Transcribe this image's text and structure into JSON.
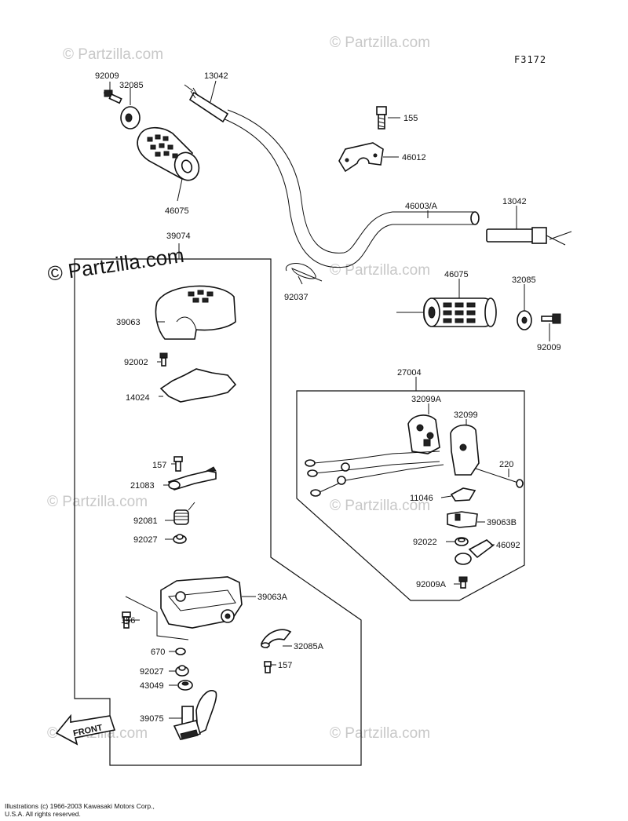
{
  "figure_code": "F3172",
  "watermark": "© Partzilla.com",
  "copyright": {
    "line1": "Illustrations (c) 1966-2003 Kawasaki Motors Corp.,",
    "line2": "U.S.A. All rights reserved."
  },
  "front_label": "FRONT",
  "labels": {
    "p92009_tl": "92009",
    "p32085_tl": "32085",
    "p13042_t": "13042",
    "p46075_l": "46075",
    "p155": "155",
    "p46012": "46012",
    "p46003": "46003/A",
    "p13042_r": "13042",
    "p39074": "39074",
    "p39063": "39063",
    "p92037": "92037",
    "p46075_r": "46075",
    "p32085_r": "32085",
    "p92009_r": "92009",
    "p92002": "92002",
    "p14024": "14024",
    "p27004": "27004",
    "p32099A": "32099A",
    "p32099": "32099",
    "p157_a": "157",
    "p21083": "21083",
    "p220": "220",
    "p11046": "11046",
    "p92081": "92081",
    "p39063B": "39063B",
    "p92027_a": "92027",
    "p92022": "92022",
    "p46092": "46092",
    "p39063A": "39063A",
    "p92009A": "92009A",
    "p156": "156",
    "p32085A": "32085A",
    "p670": "670",
    "p157_b": "157",
    "p92027_b": "92027",
    "p43049": "43049",
    "p39075": "39075"
  }
}
